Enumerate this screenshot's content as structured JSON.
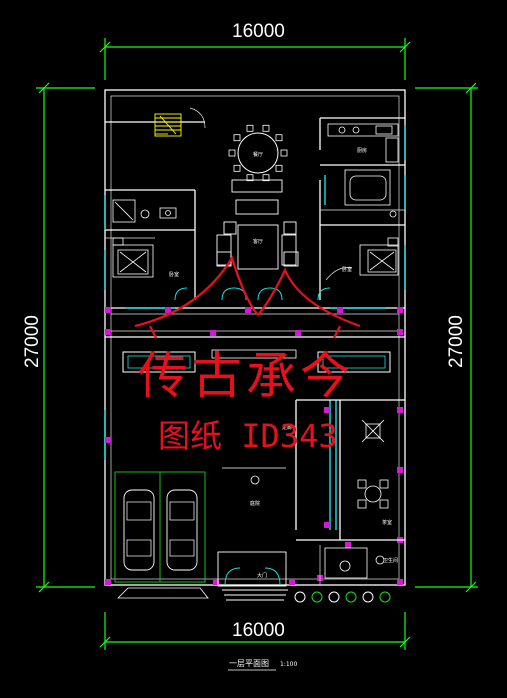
{
  "dimensions": {
    "top_width": "16000",
    "bottom_width": "16000",
    "left_height": "27000",
    "right_height": "27000"
  },
  "title": {
    "name": "一层平面图",
    "scale": "1:100"
  },
  "rooms": {
    "dining": "餐厅",
    "kitchen": "厨房",
    "living": "客厅",
    "bedroom_left": "卧室",
    "bedroom_right": "卧室",
    "courtyard": "庭院",
    "tea_room": "茶室",
    "gate": "大门",
    "corridor": "走廊",
    "bath": "卫生间"
  },
  "watermark": {
    "brand": "传古承今",
    "id": "图纸 ID343"
  },
  "colors": {
    "background": "#000000",
    "dimension_lines": "#18ff18",
    "walls": "#ffffff",
    "windows": "#18e0e0",
    "columns": "#d419d4",
    "watermark": "#e8101c",
    "stairs": "#ffff00"
  }
}
